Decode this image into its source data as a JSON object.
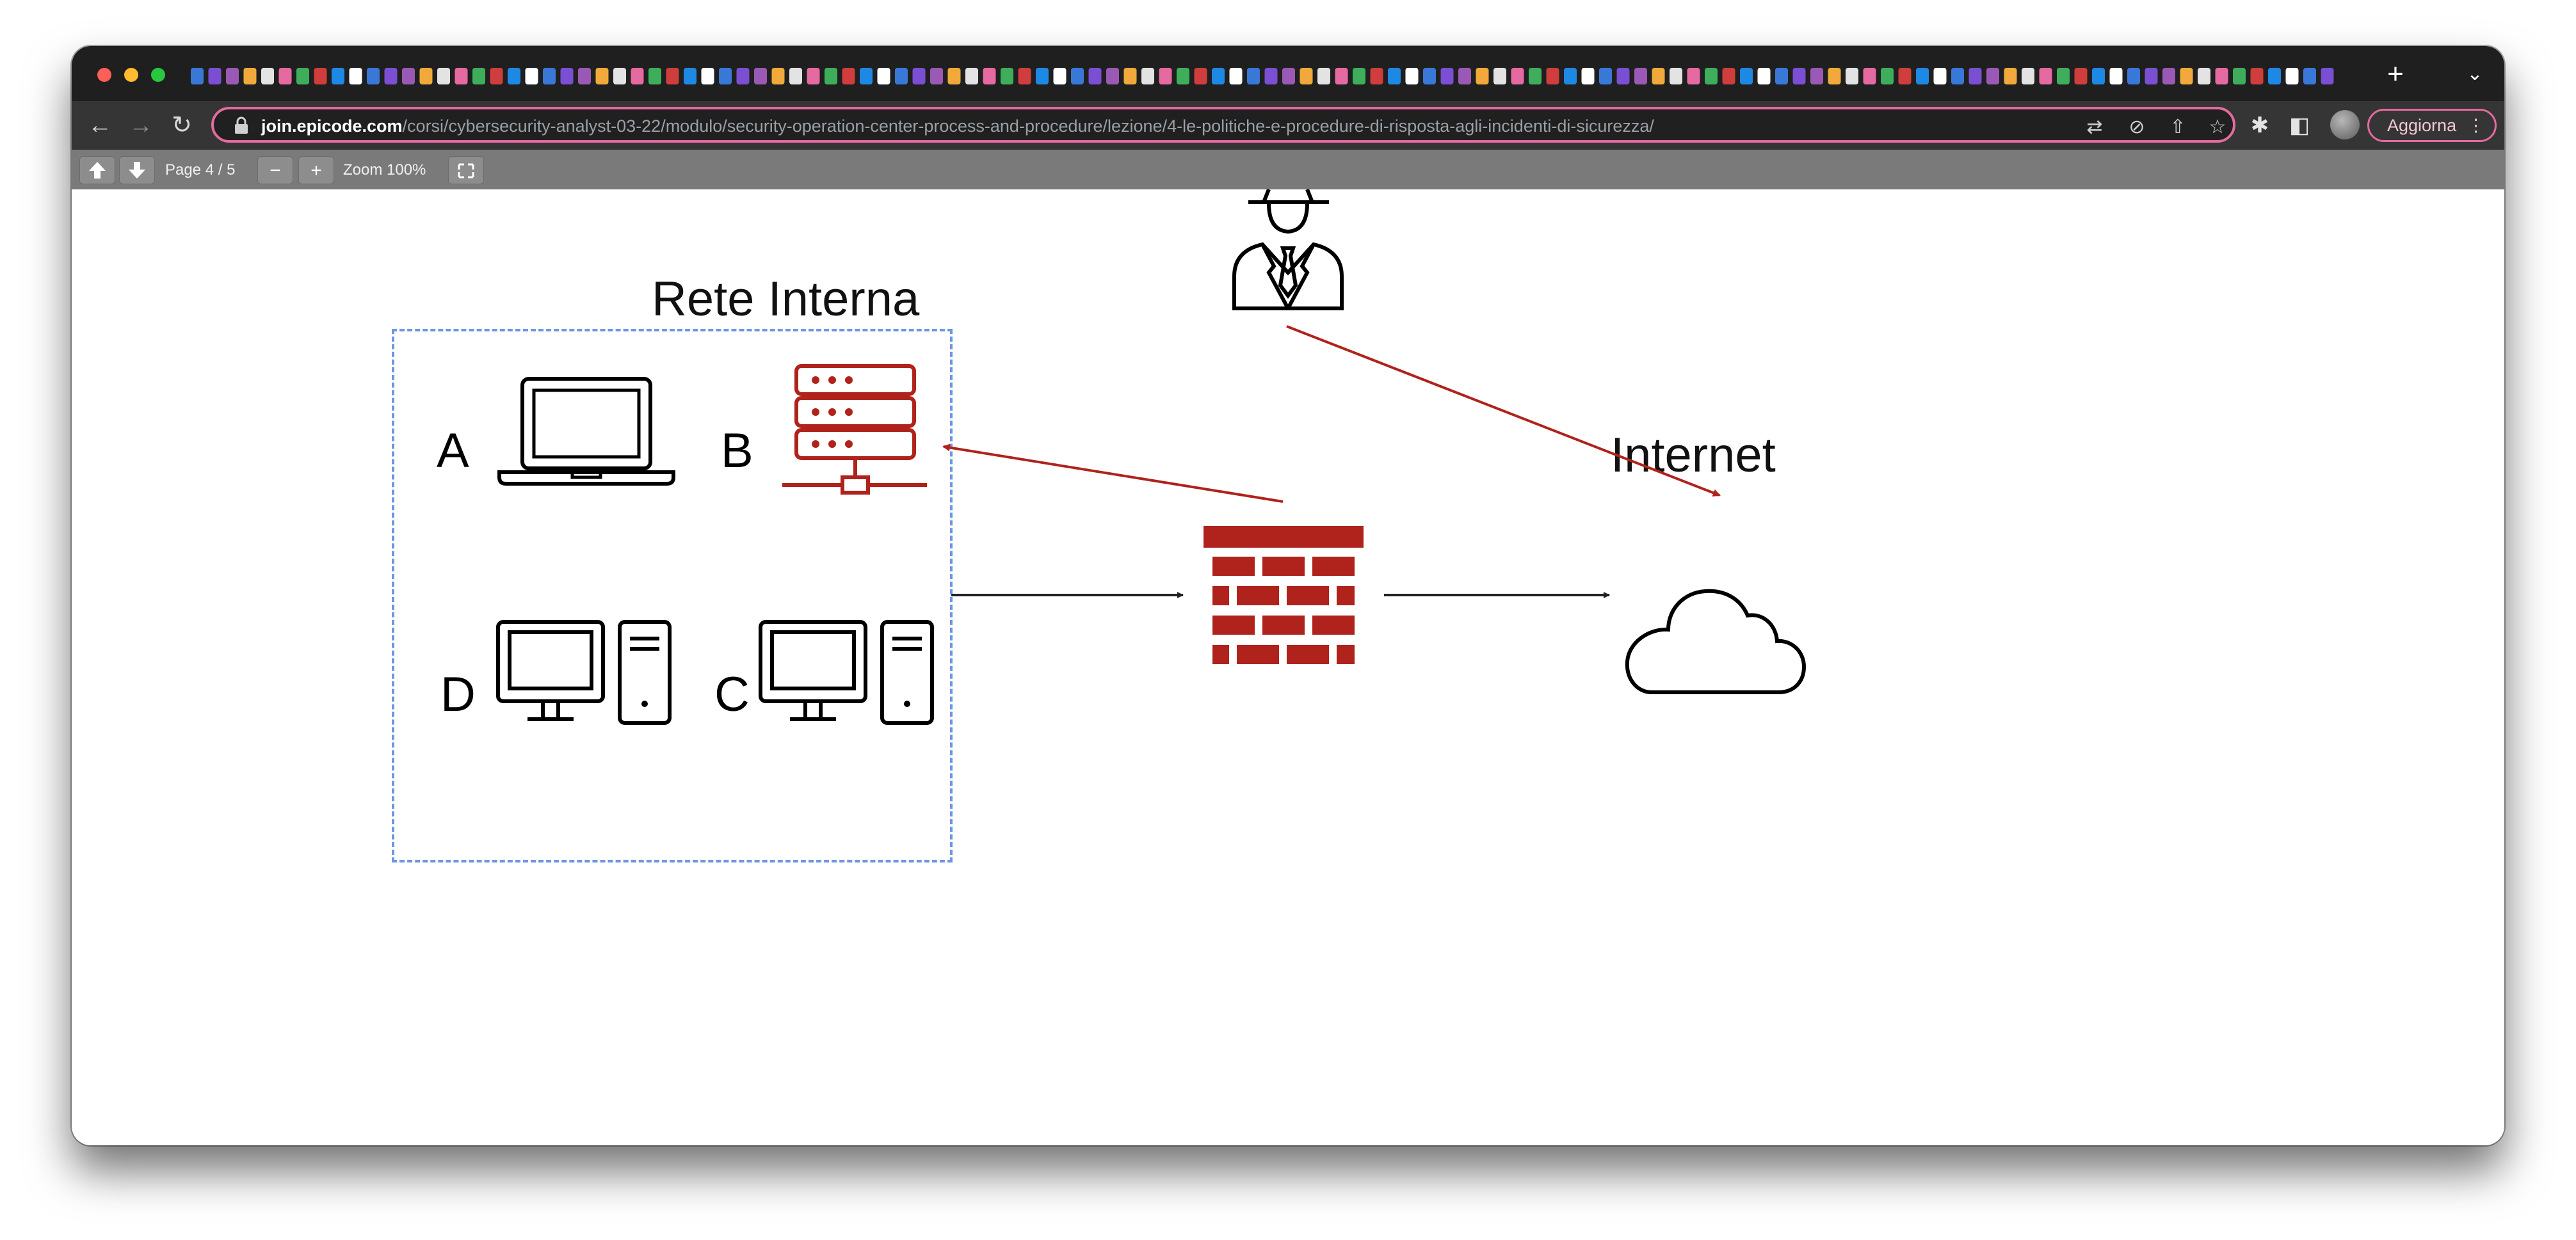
{
  "browser": {
    "url_domain": "join.epicode.com",
    "url_path": "/corsi/cybersecurity-analyst-03-22/modulo/security-operation-center-process-and-procedure/lezione/4-le-politiche-e-procedure-di-risposta-agli-incidenti-di-sicurezza/",
    "update_label": "Aggiorna",
    "new_tab_symbol": "+",
    "tab_menu_symbol": "⌄",
    "nav": {
      "back": "←",
      "forward": "→",
      "reload": "↻"
    }
  },
  "pdf_toolbar": {
    "page_indicator": "Page 4 / 5",
    "zoom_label": "Zoom 100%",
    "zoom_out": "−",
    "zoom_in": "+"
  },
  "diagram": {
    "internal_network_label": "Rete Interna",
    "internet_label": "Internet",
    "nodes": {
      "a": "A",
      "b": "B",
      "c": "C",
      "d": "D"
    }
  },
  "colors": {
    "accent_pink": "#e56aa0",
    "threat_red": "#b0221c",
    "network_dash": "#6d97e4"
  }
}
